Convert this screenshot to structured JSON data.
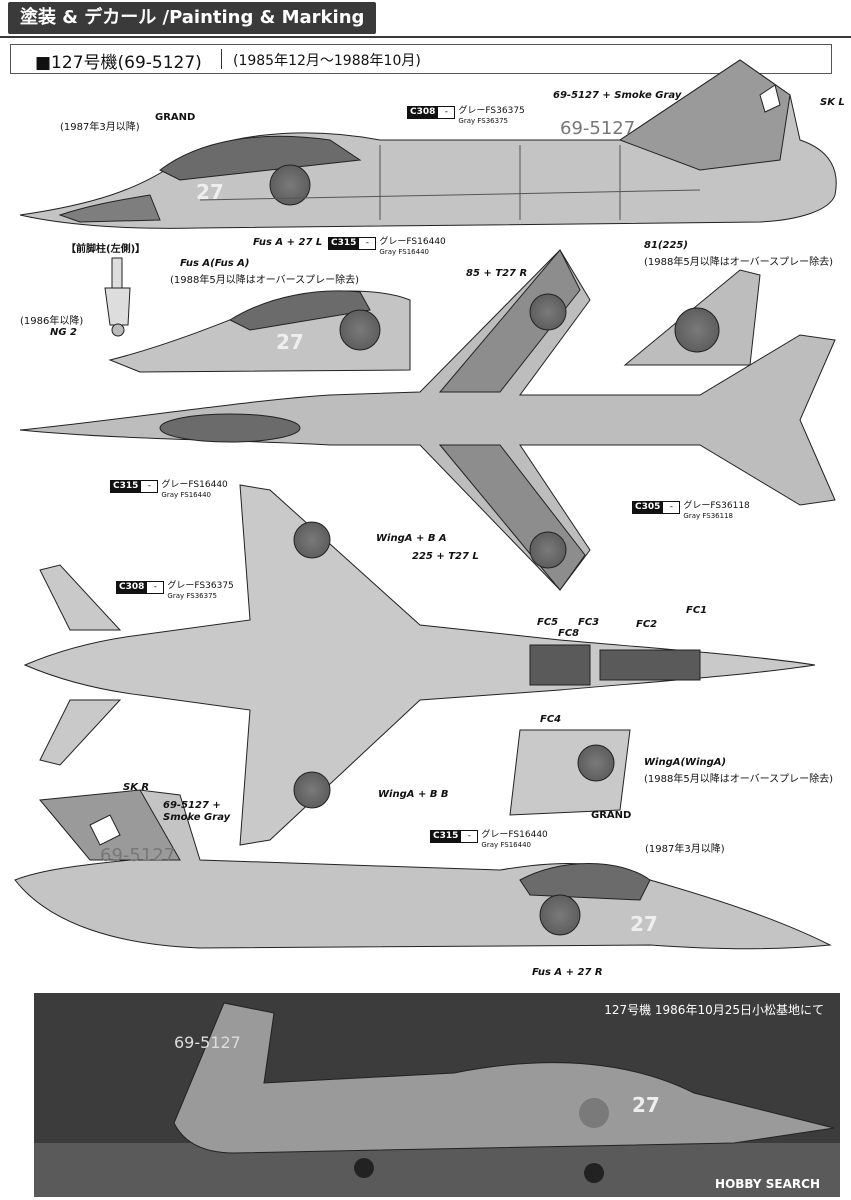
{
  "header": {
    "title": "塗装 & デカール /Painting & Marking"
  },
  "subheader": {
    "title": "■127号機(69-5127)",
    "period": "(1985年12月〜1988年10月)"
  },
  "labels": {
    "grand_date": "(1987年3月以降)",
    "grand_text": "GRAND",
    "smoke_gray_left": "69-5127 + Smoke Gray",
    "sk_l": "SK L",
    "fus_a_27l": "Fus A + 27 L",
    "front_gear_title": "【前脚柱(左側)】",
    "front_gear_date": "(1986年以降)",
    "ng2": "NG 2",
    "fus_a_paren": "Fus A(Fus A)",
    "fus_a_note": "(1988年5月以降はオーバースプレー除去)",
    "t27r": "85 + T27 R",
    "n81": "81(225)",
    "n81_note": "(1988年5月以降はオーバースプレー除去)",
    "wing_ba": "WingA + B A",
    "t27l": "225 + T27 L",
    "fc5": "FC5",
    "fc3": "FC3",
    "fc8": "FC8",
    "fc2": "FC2",
    "fc1": "FC1",
    "fc4": "FC4",
    "wing_paren": "WingA(WingA)",
    "wing_note": "(1988年5月以降はオーバースプレー除去)",
    "wing_bb": "WingA + B B",
    "sk_r": "SK R",
    "smoke_gray_right_1": "69-5127 +",
    "smoke_gray_right_2": "Smoke Gray",
    "grand_date_r": "(1987年3月以降)",
    "fus_a_27r": "Fus A + 27 R",
    "tail_number": "69-5127",
    "nose_number": "27"
  },
  "colors": [
    {
      "code": "C308",
      "name": "グレーFS36375",
      "sub": "Gray FS36375"
    },
    {
      "code": "C315",
      "name": "グレーFS16440",
      "sub": "Gray FS16440"
    },
    {
      "code": "C315",
      "name": "グレーFS16440",
      "sub": "Gray FS16440"
    },
    {
      "code": "C305",
      "name": "グレーFS36118",
      "sub": "Gray FS36118"
    },
    {
      "code": "C308",
      "name": "グレーFS36375",
      "sub": "Gray FS36375"
    },
    {
      "code": "C315",
      "name": "グレーFS16440",
      "sub": "Gray FS16440"
    }
  ],
  "callout_dash": "-",
  "photo": {
    "caption": "127号機 1986年10月25日小松基地にて",
    "watermark": "HOBBY SEARCH"
  },
  "palette": {
    "light_gray": "#c9c9c9",
    "mid_gray": "#a9a9a9",
    "dark_gray": "#8a8a8a",
    "outline": "#222222"
  }
}
